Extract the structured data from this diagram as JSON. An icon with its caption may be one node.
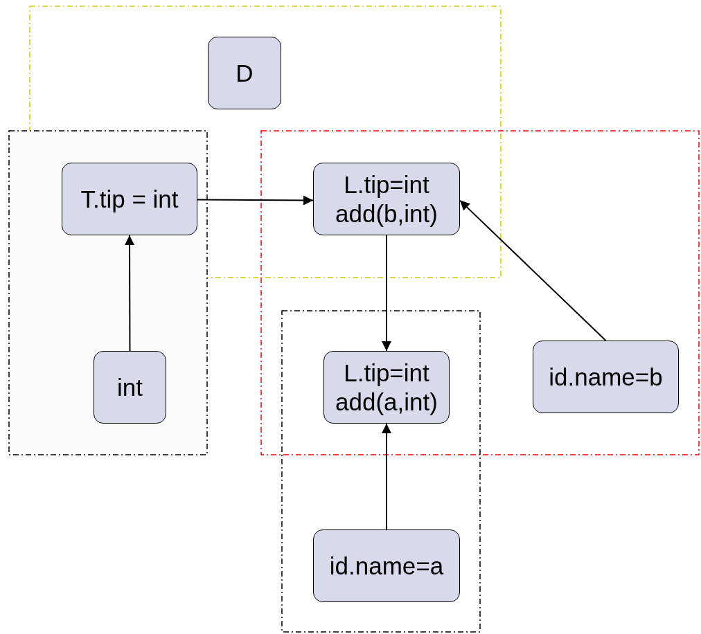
{
  "diagram": {
    "nodes": [
      {
        "text": [
          "D"
        ]
      },
      {
        "text": [
          "T.tip = int"
        ]
      },
      {
        "text": [
          "L.tip=int",
          "add(b,int)"
        ]
      },
      {
        "text": [
          "int"
        ]
      },
      {
        "text": [
          "L.tip=int",
          "add(a,int)"
        ]
      },
      {
        "text": [
          "id.name=b"
        ]
      },
      {
        "text": [
          "id.name=a"
        ]
      }
    ],
    "edges": [
      {
        "from": 1,
        "to": 2,
        "arrow": "to"
      },
      {
        "from": 3,
        "to": 1,
        "arrow": "to"
      },
      {
        "from": 2,
        "to": 4,
        "arrow": "to"
      },
      {
        "from": 5,
        "to": 2,
        "arrow": "to"
      },
      {
        "from": 6,
        "to": 4,
        "arrow": "to"
      }
    ]
  }
}
